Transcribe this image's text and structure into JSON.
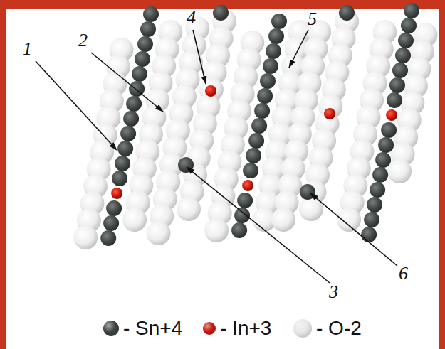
{
  "diagram": {
    "labels": [
      "1",
      "2",
      "4",
      "5",
      "3",
      "6"
    ],
    "legend": [
      {
        "text": "- Sn+4",
        "color": "#3c4240"
      },
      {
        "text": "- In+3",
        "color": "#c8140c"
      },
      {
        "text": "- O-2",
        "color": "#e6e6e6"
      }
    ]
  }
}
